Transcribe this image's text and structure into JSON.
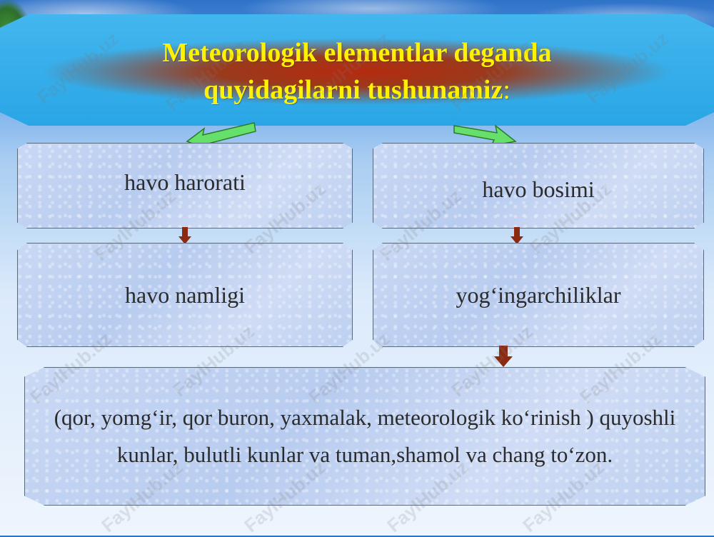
{
  "title": {
    "line1": "Meteorologik elementlar deganda",
    "line2": "quyidagilarni tushunamiz",
    "colon": ":"
  },
  "boxes": {
    "harorat": "havo harorati",
    "bosim": "havo bosimi",
    "namlik": "havo namligi",
    "yogingarchilik": "yog‘ingarchiliklar",
    "details": "(qor, yomg‘ir, qor buron, yaxmalak, meteorologik ko‘rinish ) quyoshli kunlar, bulutli kunlar va tuman,shamol va chang to‘zon."
  },
  "watermark": "FaylHub.uz",
  "colors": {
    "title_text": "#fff200",
    "banner": "#2aa6e6",
    "box_fill": "#c3d5f2",
    "green_arrow": "#66e06a",
    "brown_arrow": "#8b2a10"
  }
}
